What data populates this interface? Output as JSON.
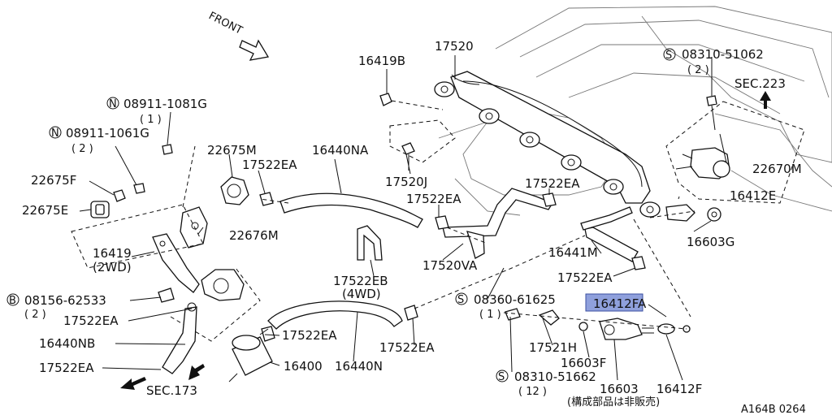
{
  "diagram": {
    "front_label": "FRONT",
    "callouts": {
      "c17520": "17520",
      "c16419B": "16419B",
      "s08310_51062": "08310-51062",
      "s08310_51062_qty": "( 2 )",
      "sec223": "SEC.223",
      "n08911_1081G": "08911-1081G",
      "n08911_1081G_qty": "( 1 )",
      "n08911_1061G": "08911-1061G",
      "n08911_1061G_qty": "( 2 )",
      "c22675M": "22675M",
      "c17522EA_a": "17522EA",
      "c16440NA": "16440NA",
      "c22670M": "22670M",
      "c22675F": "22675F",
      "c17520J": "17520J",
      "c17522EA_b": "17522EA",
      "c16412E": "16412E",
      "c22675E": "22675E",
      "c17522EA_c": "17522EA",
      "c22676M": "22676M",
      "c16603G": "16603G",
      "c16419": "16419",
      "c16419_note": "(2WD)",
      "c16441M": "16441M",
      "c17522EB": "17522EB",
      "c17522EB_note": "(4WD)",
      "c17520VA": "17520VA",
      "c17522EA_d": "17522EA",
      "b08156_62533": "08156-62533",
      "b08156_62533_qty": "( 2 )",
      "s08360_61625": "08360-61625",
      "s08360_61625_qty": "( 1 )",
      "c16412FA": "16412FA",
      "c17522EA_e": "17522EA",
      "c16440NB": "16440NB",
      "c17522EA_f": "17522EA",
      "c17522EA_g": "17522EA",
      "c17521H": "17521H",
      "c16603F": "16603F",
      "c17522EA_h": "17522EA",
      "c16400": "16400",
      "c16440N": "16440N",
      "s08310_51662": "08310-51662",
      "s08310_51662_qty": "( 12 )",
      "c16603": "16603",
      "c16412F": "16412F",
      "sec173": "SEC.173",
      "note_not_sold": "(構成部品は非販売)",
      "ref_code": "A164B 0264"
    },
    "prefix_symbols": {
      "S": "S",
      "N": "N",
      "B": "B"
    },
    "highlight_color": "#8fa0dc"
  }
}
